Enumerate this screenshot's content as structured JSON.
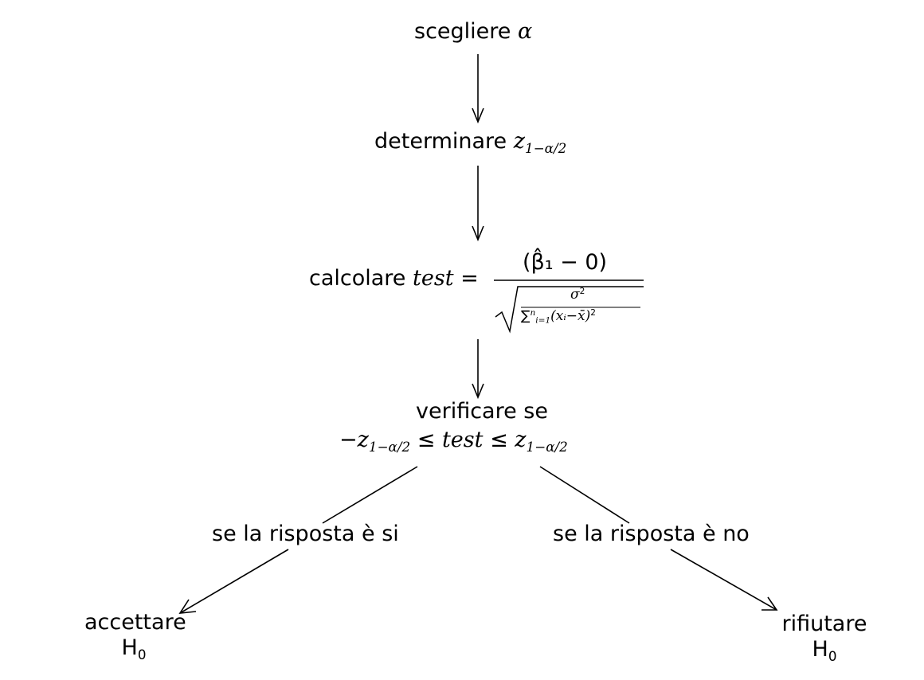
{
  "nodes": {
    "choose": {
      "text": "scegliere",
      "symbol": "α"
    },
    "determine": {
      "text": "determinare",
      "var": "z",
      "sub": "1−α/2"
    },
    "compute": {
      "text": "calcolare",
      "lhs": "test",
      "equals": "=",
      "numerator": "(β̂₁ − 0)",
      "den_numerator": "σ",
      "den_numerator_exp": "2",
      "den_denominator_sum": "∑",
      "den_denominator_sum_lower": "i=1",
      "den_denominator_sum_upper": "n",
      "den_denominator_term": "(xᵢ−x̄)",
      "den_denominator_exp": "2"
    },
    "verify": {
      "line1": "verificare se",
      "minus": "−",
      "var": "z",
      "sub": "1−α/2",
      "leq": "≤",
      "test": "test",
      "leq2": "≤",
      "var2": "z",
      "sub2": "1−α/2"
    },
    "accept": {
      "line1": "accettare",
      "hyp": "H",
      "hyp_sub": "0"
    },
    "reject": {
      "line1": "rifiutare",
      "hyp": "H",
      "hyp_sub": "0"
    }
  },
  "edges": {
    "yes_label": "se la risposta è si",
    "no_label": "se la risposta è no"
  }
}
